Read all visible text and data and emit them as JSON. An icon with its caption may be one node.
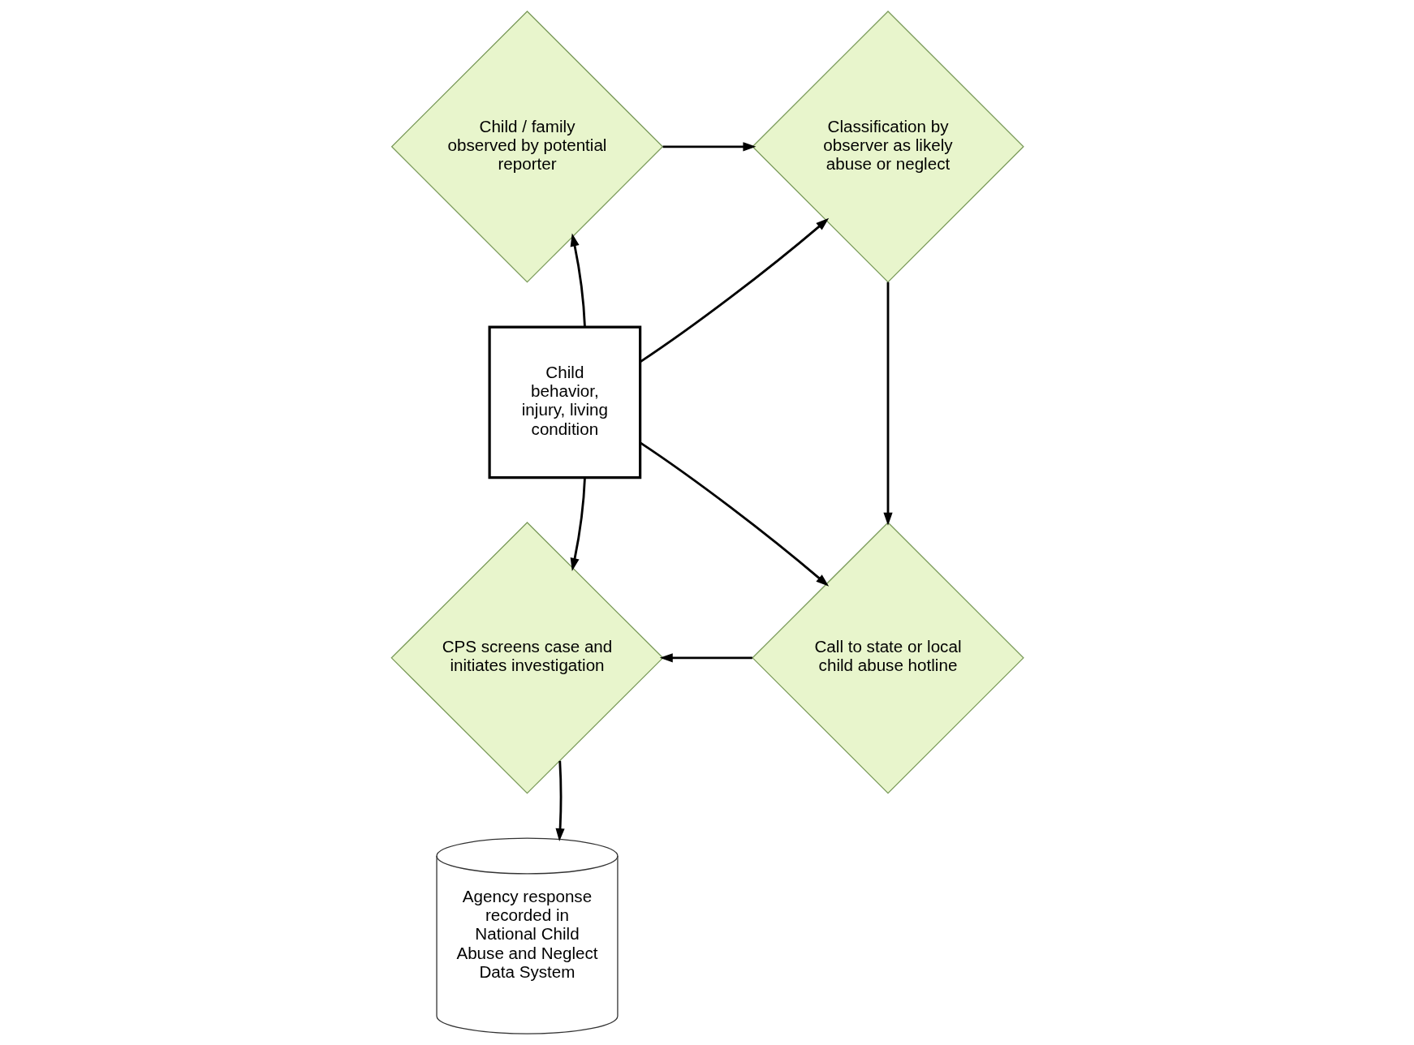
{
  "diagram": {
    "nodes": [
      {
        "text": [
          "Child / family observed by potential reporter"
        ]
      },
      {
        "text": [
          "Classification by observer as likely abuse or neglect"
        ]
      },
      {
        "text": [
          "Child behavior, injury, living condition"
        ]
      },
      {
        "text": [
          "CPS screens case and initiates investigation"
        ]
      },
      {
        "text": [
          "Call to state or local child abuse hotline"
        ]
      },
      {
        "text": [
          "Agency response recorded in National Child Abuse and Neglect Data System"
        ]
      }
    ],
    "edges": [
      {
        "from": 0,
        "to": 1,
        "arrow": "to"
      },
      {
        "from": 1,
        "to": 4,
        "arrow": "to"
      },
      {
        "from": 4,
        "to": 3,
        "arrow": "to"
      },
      {
        "from": 3,
        "to": 5,
        "arrow": "to"
      },
      {
        "from": 2,
        "to": 0,
        "arrow": "to"
      },
      {
        "from": 2,
        "to": 1,
        "arrow": "to"
      },
      {
        "from": 2,
        "to": 3,
        "arrow": "to"
      },
      {
        "from": 2,
        "to": 4,
        "arrow": "to"
      }
    ]
  }
}
